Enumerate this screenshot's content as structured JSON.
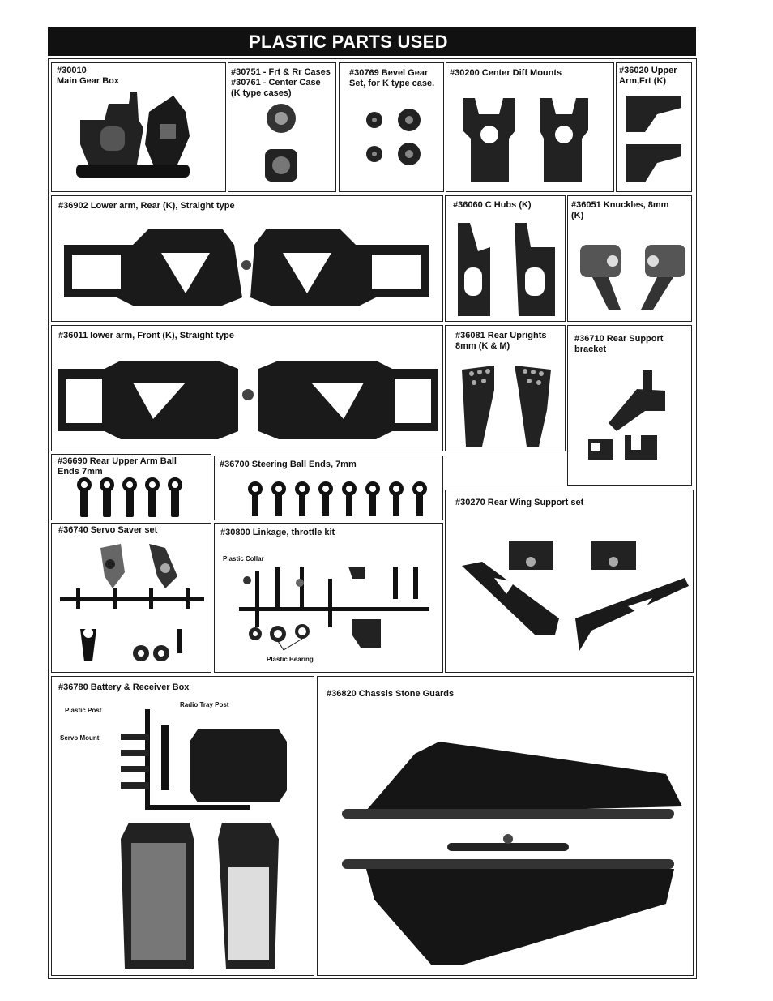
{
  "page": {
    "title": "PLASTIC PARTS USED"
  },
  "parts": {
    "p30010": "#30010\nMain Gear Box",
    "p30751": "#30751 - Frt & Rr Cases\n#30761 - Center Case\n(K type cases)",
    "p30769": "#30769 Bevel Gear\nSet, for K type case.",
    "p30200": "#30200  Center Diff Mounts",
    "p36020": "#36020 Upper\nArm,Frt (K)",
    "p36902": "#36902 Lower arm, Rear (K), Straight type",
    "p36060": "#36060 C Hubs (K)",
    "p36051": "#36051 Knuckles, 8mm\n(K)",
    "p36011": "#36011 lower arm, Front (K), Straight type",
    "p36081": "#36081 Rear Uprights\n8mm (K & M)",
    "p36710": "#36710 Rear Support\n bracket",
    "p36690": "#36690 Rear Upper Arm Ball\nEnds  7mm",
    "p36700": "#36700 Steering Ball Ends, 7mm",
    "p30270": "#30270 Rear Wing Support set",
    "p36740": "#36740 Servo Saver set",
    "p30800": "#30800 Linkage, throttle kit",
    "p36780": "#36780 Battery & Receiver Box",
    "p36820": "#36820 Chassis Stone Guards"
  },
  "notes": {
    "plastic_collar": "Plastic Collar",
    "plastic_bearing": "Plastic Bearing",
    "plastic_post": "Plastic Post",
    "radio_tray_post": "Radio Tray Post",
    "servo_mount": "Servo Mount"
  }
}
